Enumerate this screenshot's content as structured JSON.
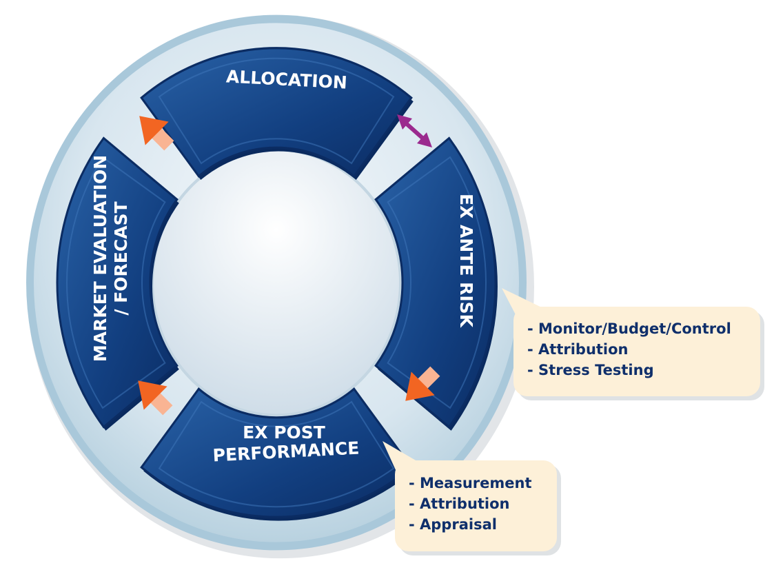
{
  "segments": {
    "allocation": "ALLOCATION",
    "ex_ante_risk": "EX ANTE RISK",
    "market_line1": "MARKET EVALUATION",
    "market_line2": "/ FORECAST",
    "ex_post_line1": "EX POST",
    "ex_post_line2": "PERFORMANCE"
  },
  "callouts": {
    "ex_ante": [
      "- Monitor/Budget/Control",
      "- Attribution",
      "- Stress Testing"
    ],
    "ex_post": [
      "- Measurement",
      "- Attribution",
      "- Appraisal"
    ]
  },
  "colors": {
    "segment": "#123f80",
    "ring": "#d3e4ee",
    "flow_arrow": "#f26522",
    "link_arrow": "#9b2a8e",
    "callout_bg": "#fdf0d8",
    "callout_text": "#0f2f6b"
  }
}
